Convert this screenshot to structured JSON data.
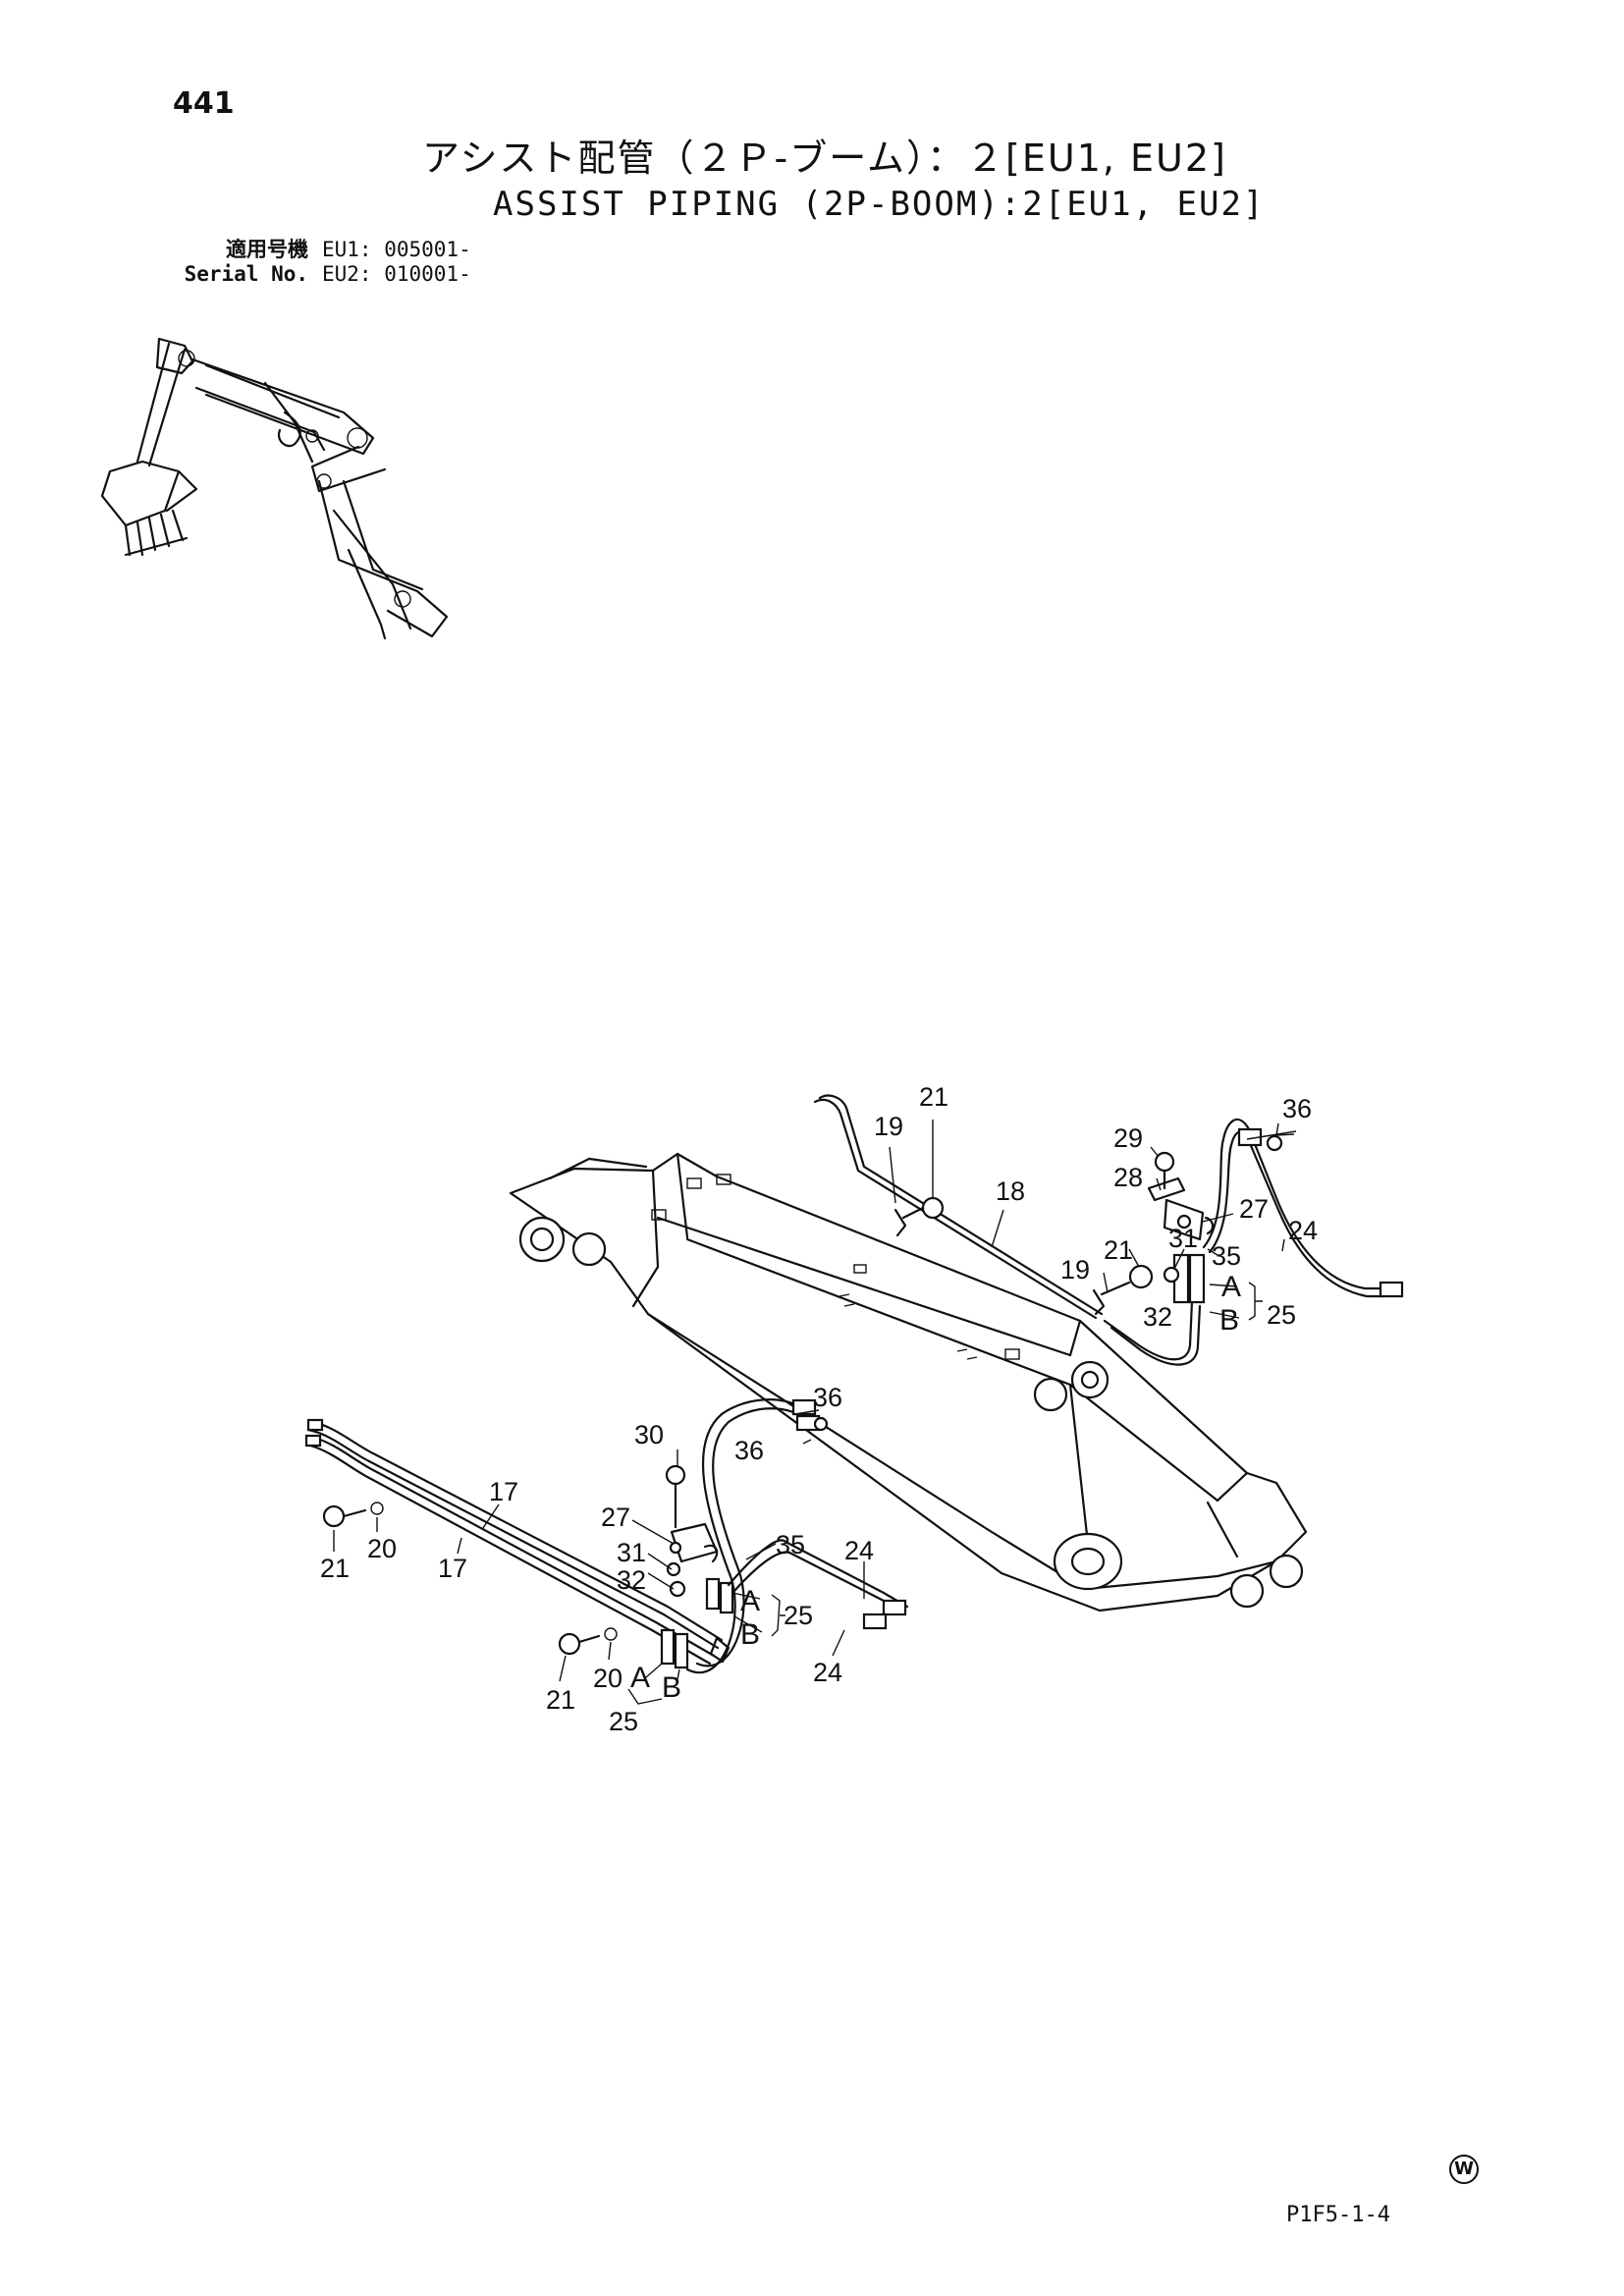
{
  "header": {
    "page_number": "441",
    "title_jp": "アシスト配管（２Ｐ-ブーム）：２[EU1, EU2]",
    "title_en": "ASSIST PIPING (2P-BOOM):2[EU1, EU2]"
  },
  "serial": {
    "rows": [
      {
        "key": "適用号機",
        "value": "EU1: 005001-"
      },
      {
        "key": "Serial No.",
        "value": "EU2: 010001-"
      }
    ]
  },
  "callouts": {
    "upper": [
      "21",
      "19",
      "18",
      "29",
      "28",
      "27",
      "31",
      "35",
      "21",
      "19",
      "32",
      "A",
      "B",
      "25",
      "24",
      "36"
    ],
    "lower": [
      "36",
      "36",
      "30",
      "27",
      "31",
      "32",
      "35",
      "24",
      "A",
      "B",
      "25",
      "24",
      "17",
      "17",
      "20",
      "21",
      "20",
      "21",
      "A",
      "B",
      "25"
    ]
  },
  "footer": {
    "drawing_code": "P1F5-1-4",
    "logo_letter": "W"
  }
}
